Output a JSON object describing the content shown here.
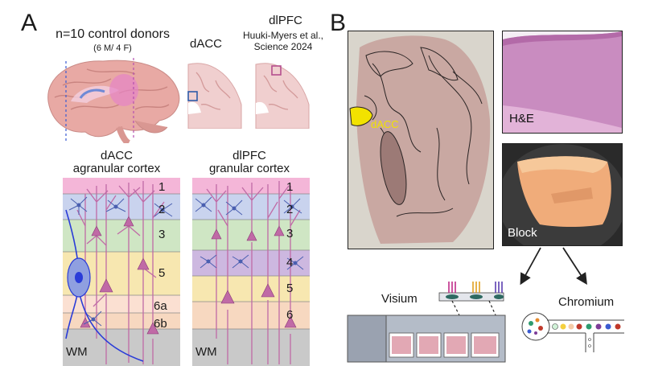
{
  "panel_a": {
    "letter": "A",
    "donors_title": "n=10 control donors",
    "donors_subtitle": "(6 M/ 4 F)",
    "dacc_label": "dACC",
    "dlpfc_label": "dlPFC",
    "dlpfc_citation_line1": "Huuki-Myers et al.,",
    "dlpfc_citation_line2": "Science 2024",
    "dacc_column_title1": "dACC",
    "dacc_column_title2": "agranular cortex",
    "dlpfc_column_title1": "dlPFC",
    "dlpfc_column_title2": "granular cortex",
    "dacc_layers": [
      "1",
      "2",
      "3",
      "5",
      "6a",
      "6b",
      "WM"
    ],
    "dlpfc_layers": [
      "1",
      "2",
      "3",
      "4",
      "5",
      "6",
      "WM"
    ],
    "colors": {
      "layer1": "#f4b6d8",
      "layer2": "#c9d3ee",
      "layer3": "#cfe6c4",
      "layer4": "#cdb8e0",
      "layer5": "#f7e7b0",
      "layer6a": "#fbe0d2",
      "layer6b": "#f7d8c0",
      "wm": "#c9c9c9",
      "pyramidal": "#c06aa6",
      "interneuron": "#4a5fb0"
    }
  },
  "panel_b": {
    "letter": "B",
    "section_label": "dACC",
    "he_label": "H&E",
    "block_label": "Block",
    "visium_label": "Visium",
    "chromium_label": "Chromium"
  }
}
